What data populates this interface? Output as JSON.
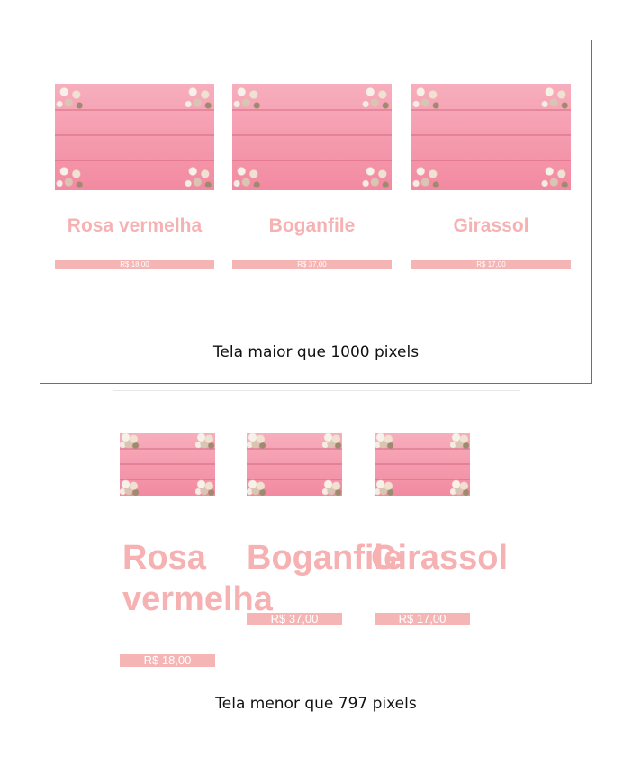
{
  "top": {
    "caption": "Tela maior que 1000 pixels",
    "products": [
      {
        "name": "Rosa vermelha",
        "price": "R$ 18,00"
      },
      {
        "name": "Boganfile",
        "price": "R$ 37,00"
      },
      {
        "name": "Girassol",
        "price": "R$ 17,00"
      }
    ]
  },
  "bottom": {
    "caption": "Tela menor que 797 pixels",
    "products": [
      {
        "name": "Rosa vermelha",
        "price": "R$ 18,00"
      },
      {
        "name": "Boganfile",
        "price": "R$ 37,00"
      },
      {
        "name": "Girassol",
        "price": "R$ 17,00"
      }
    ]
  },
  "colors": {
    "accent": "#f6b1b3",
    "price_bg": "#f6b5b5",
    "image_pink": "#f59aae"
  }
}
